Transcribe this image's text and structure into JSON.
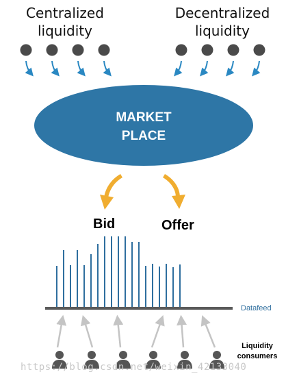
{
  "sources": {
    "centralized": {
      "line1": "Centralized",
      "line2": "liquidity"
    },
    "decentralized": {
      "line1": "Decentralized",
      "line2": "liquidity"
    }
  },
  "marketplace": {
    "line1": "MARKET",
    "line2": "PLACE"
  },
  "labels": {
    "bid": "Bid",
    "offer": "Offer",
    "datafeed": "Datafeed",
    "consumers": "Liquidity consumers"
  },
  "bars": {
    "heights": [
      60,
      83,
      61,
      83,
      61,
      77,
      92,
      103,
      103,
      103,
      103,
      95,
      95,
      60,
      63,
      59,
      63,
      58,
      62
    ]
  },
  "watermark": "https://blog.csdn.net/weixin_42133040",
  "colors": {
    "ellipse": "#2e76a6",
    "dot": "#4a4a4a",
    "source_arrow": "#2a88c2",
    "bid_arrow": "#f0ad30",
    "bar": "#2e6e9e",
    "baseline": "#5a5a5a",
    "consumer": "#555555",
    "up_arrow": "#c4c4c4"
  }
}
